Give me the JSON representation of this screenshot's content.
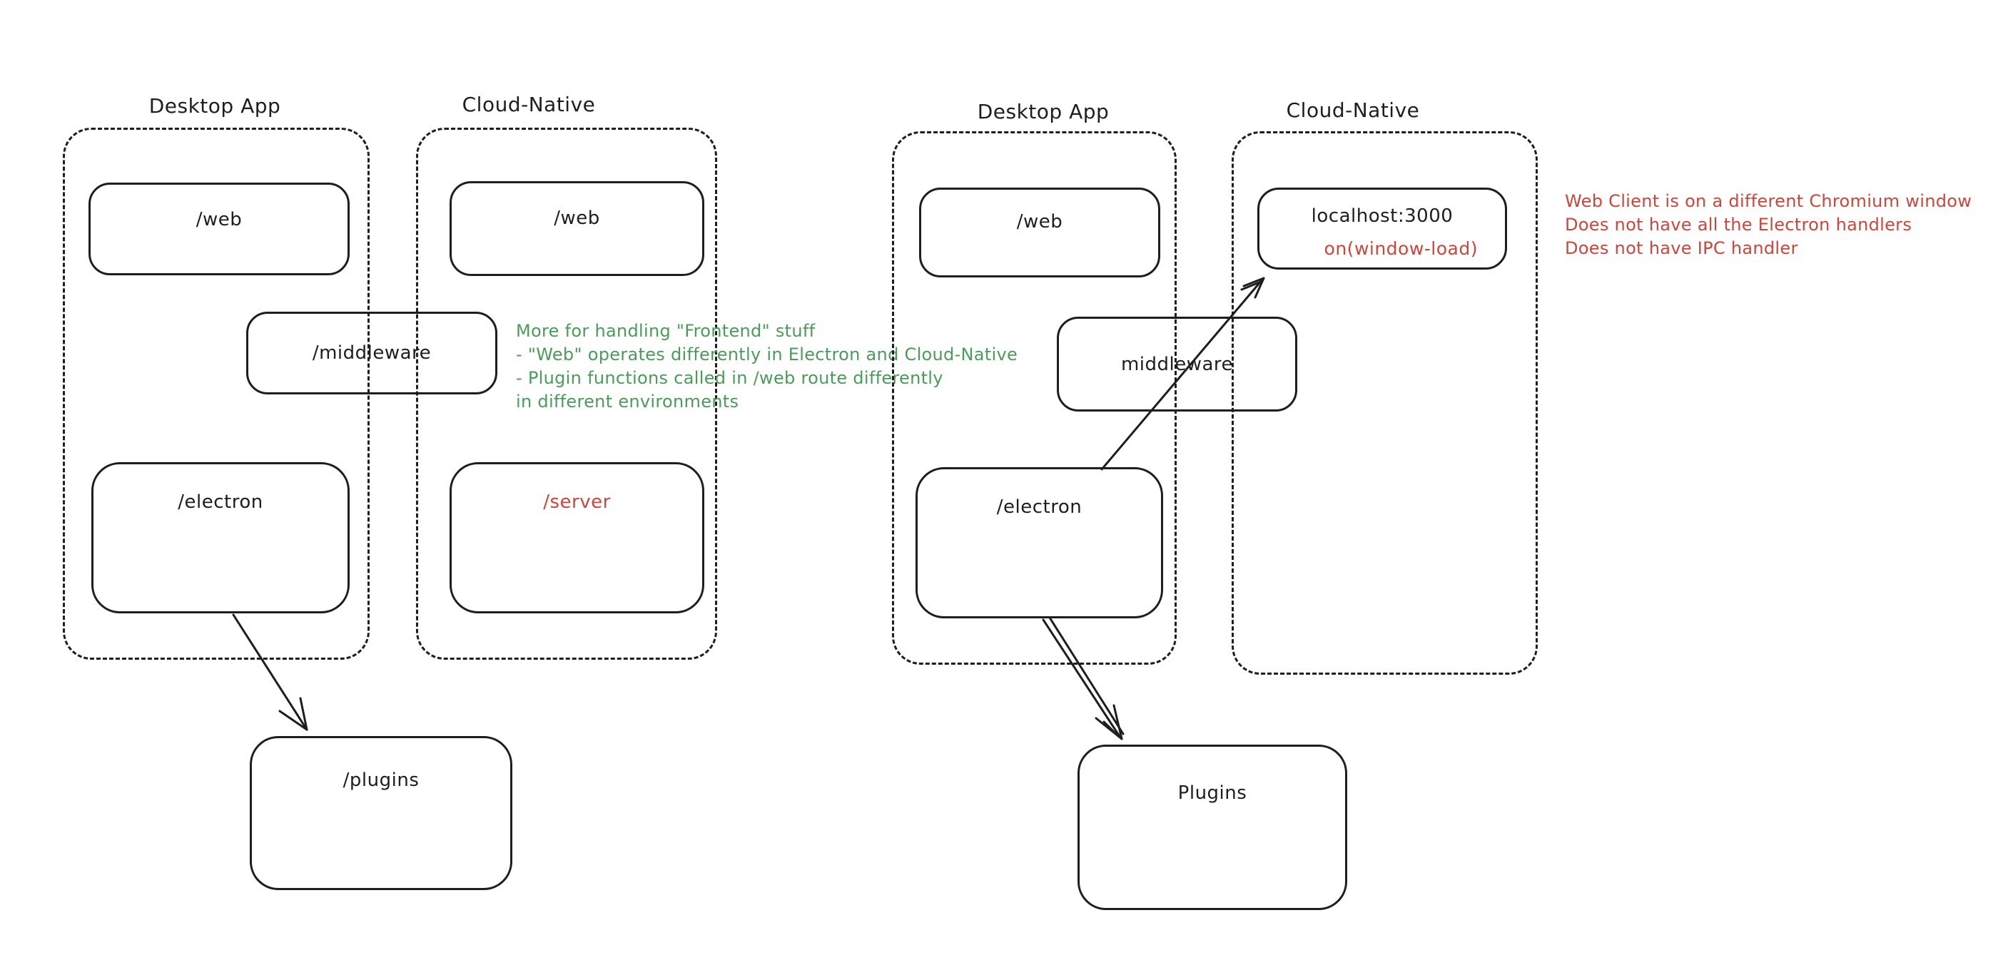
{
  "canvas": {
    "background": "#ffffff",
    "ink_color": "#1e1e1e",
    "red_color": "#d0453a",
    "green_color": "#4a9c59"
  },
  "left_diagram": {
    "desktop_group": {
      "label": "Desktop App",
      "web_box": "/web",
      "middleware_box": "/middleware",
      "electron_box": "/electron"
    },
    "cloud_group": {
      "label": "Cloud-Native",
      "web_box": "/web",
      "server_box": "/server"
    },
    "plugins_box": "/plugins",
    "green_note": {
      "line1": "More for handling \"Frontend\" stuff",
      "line2": "- \"Web\" operates differently in Electron and Cloud-Native",
      "line3": "- Plugin functions called in /web route differently",
      "line4": "in different environments"
    }
  },
  "right_diagram": {
    "desktop_group": {
      "label": "Desktop App",
      "web_box": "/web",
      "electron_box": "/electron"
    },
    "cloud_group": {
      "label": "Cloud-Native",
      "localhost_box": "localhost:3000",
      "localhost_handler": "on(window-load)",
      "middleware_box": "middleware"
    },
    "plugins_box": "Plugins",
    "red_note": {
      "line1": "Web Client is on a different Chromium window",
      "line2": "Does not have all the Electron handlers",
      "line3": "Does not have IPC handler"
    }
  }
}
